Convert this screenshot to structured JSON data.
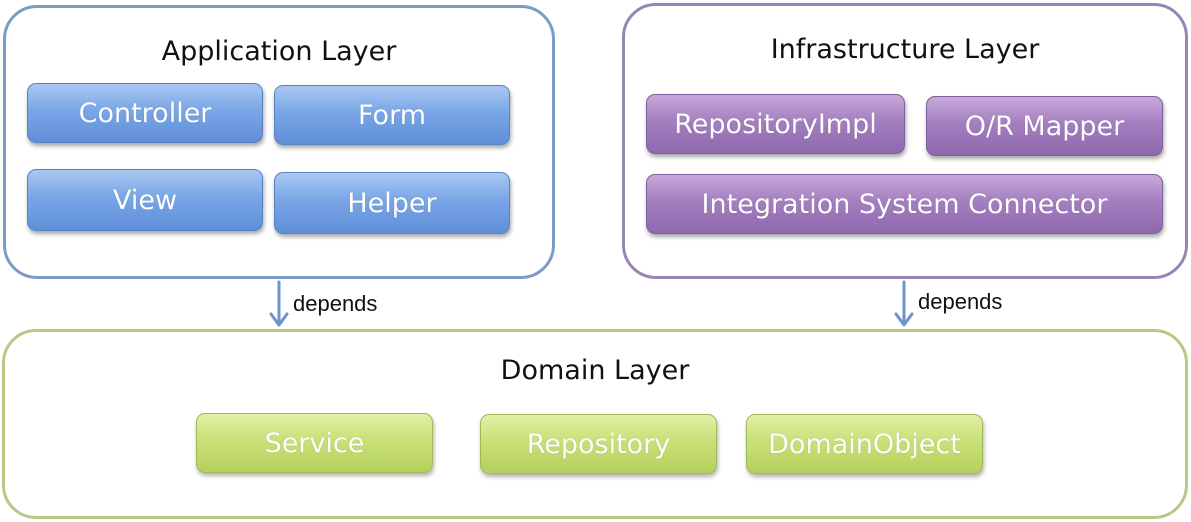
{
  "layers": {
    "application": {
      "title": "Application Layer",
      "components": [
        "Controller",
        "Form",
        "View",
        "Helper"
      ]
    },
    "infrastructure": {
      "title": "Infrastructure Layer",
      "components": [
        "RepositoryImpl",
        "O/R Mapper",
        "Integration System Connector"
      ]
    },
    "domain": {
      "title": "Domain Layer",
      "components": [
        "Service",
        "Repository",
        "DomainObject"
      ]
    }
  },
  "relations": [
    {
      "from": "Application Layer",
      "to": "Domain Layer",
      "label": "depends"
    },
    {
      "from": "Infrastructure Layer",
      "to": "Domain Layer",
      "label": "depends"
    }
  ],
  "colors": {
    "application_border": "#7b9cc8",
    "infrastructure_border": "#9985b5",
    "domain_border": "#b7c985",
    "arrow": "#6f93c8"
  }
}
